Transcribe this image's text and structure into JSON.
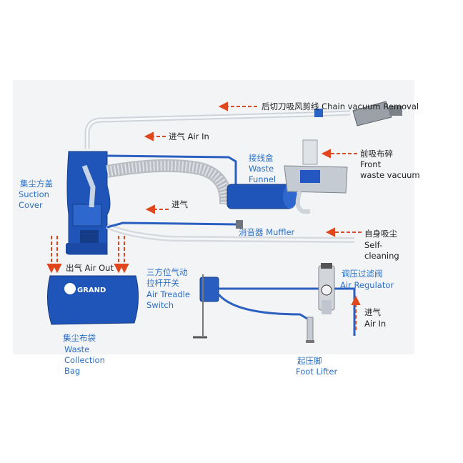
{
  "colors": {
    "label_blue": "#2a70c8",
    "label_dark": "#222222",
    "arrow": "#e2461c",
    "machine_blue": "#1f55b8",
    "hose": "#d9dde2"
  },
  "labels": {
    "chain_removal": "后切刀吸风剪线 Chain vacuum Removal",
    "air_in_top_cn": "进气",
    "air_in_top_en": "Air In",
    "front_waste_cn": "前吸布碎",
    "front_waste_en1": "Front",
    "front_waste_en2": "waste vacuum",
    "waste_funnel_cn": "接线盒",
    "waste_funnel_en1": "Waste",
    "waste_funnel_en2": "Funnel",
    "suction_cover_cn": "集尘方盖",
    "suction_cover_en1": "Suction",
    "suction_cover_en2": "Cover",
    "air_in_mid_cn": "进气",
    "muffler": "消音器 Muffler",
    "self_clean_cn": "自身吸尘",
    "self_clean_en1": "Self-",
    "self_clean_en2": "cleaning",
    "air_out": "出气 Air Out",
    "air_treadle_cn1": "三方位气动",
    "air_treadle_cn2": "拉杆开关",
    "air_treadle_en1": "Air Treadle",
    "air_treadle_en2": "Switch",
    "air_regulator_cn": "调压过滤阀",
    "air_regulator_en": "Air Regulator",
    "air_in_right_cn": "进气",
    "air_in_right_en": "Air In",
    "bag_cn": "集尘布袋",
    "bag_en1": "Waste",
    "bag_en2": "Collection",
    "bag_en3": "Bag",
    "foot_lifter_cn": "起压脚",
    "foot_lifter_en": "Foot Lifter",
    "brand": "GRAND"
  },
  "icons": {
    "arrows": "dashed-arrow-icon"
  }
}
